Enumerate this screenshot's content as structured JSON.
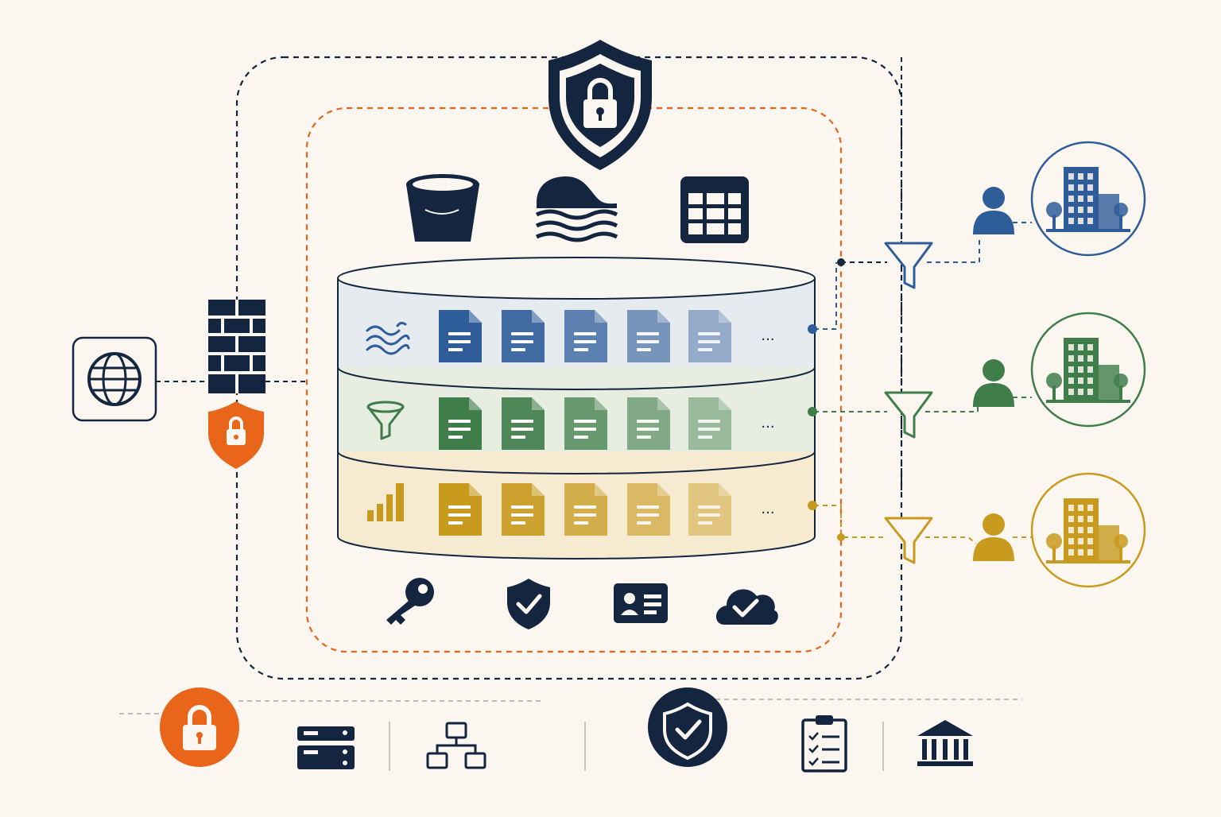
{
  "colors": {
    "background": "#fbf6ef",
    "navy": "#14263f",
    "orange": "#e8651a",
    "blue": "#2f5d9a",
    "green": "#3f7d4a",
    "gold": "#c89a1e"
  },
  "layers": [
    {
      "id": "raw",
      "icon": "waves-icon",
      "color": "#2f5d9a",
      "band": "#e6ebef",
      "more_label": "..."
    },
    {
      "id": "filtered",
      "icon": "funnel-icon",
      "color": "#3f7d4a",
      "band": "#e7ede0",
      "more_label": "..."
    },
    {
      "id": "curated",
      "icon": "bar-chart-icon",
      "color": "#c89a1e",
      "band": "#f6ead0",
      "more_label": "..."
    }
  ],
  "sources": [
    "bucket-icon",
    "data-lake-icon",
    "table-icon"
  ],
  "governance_icons": [
    "key-icon",
    "shield-check-icon",
    "id-card-icon",
    "cloud-check-icon"
  ],
  "consumers": [
    {
      "id": "blue-org",
      "color": "#2f5d9a",
      "icon": "organization-building-icon"
    },
    {
      "id": "green-org",
      "color": "#3f7d4a",
      "icon": "organization-building-icon"
    },
    {
      "id": "gold-org",
      "color": "#c89a1e",
      "icon": "organization-building-icon"
    }
  ],
  "footer_icons": [
    "lock-badge-icon",
    "server-icon",
    "hierarchy-icon",
    "shield-badge-icon",
    "checklist-icon",
    "institution-icon"
  ]
}
